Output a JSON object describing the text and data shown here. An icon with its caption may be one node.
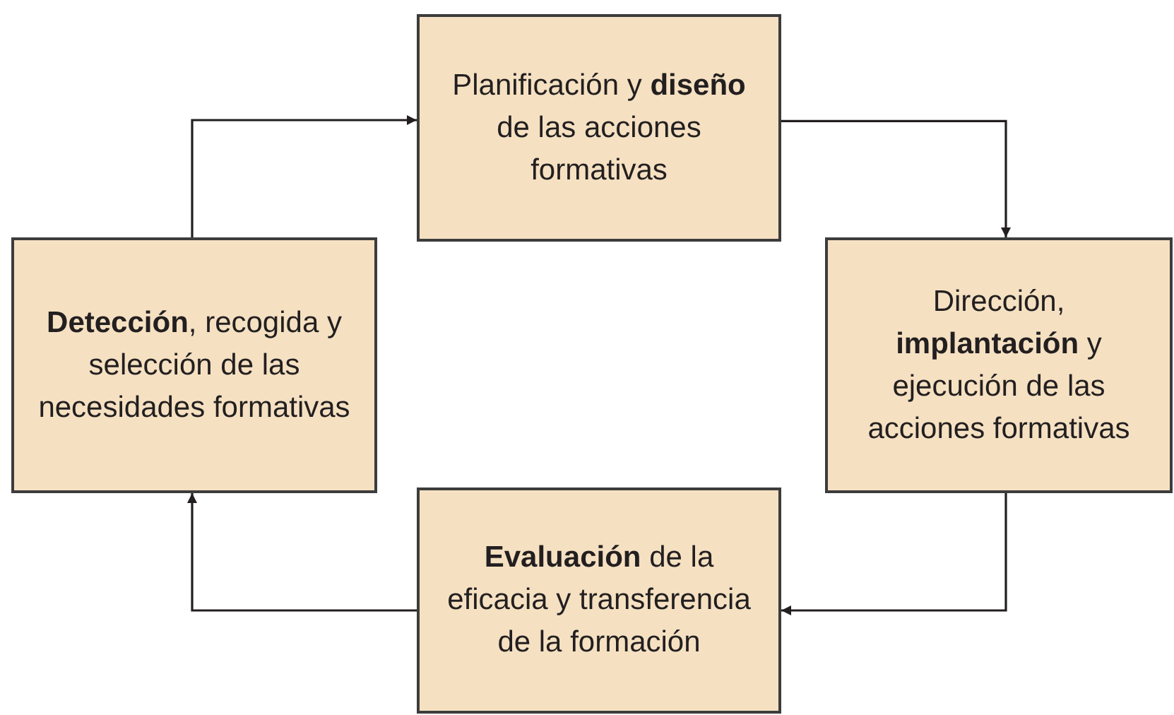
{
  "diagram": {
    "nodes": [
      {
        "text": [
          "Planificación y **diseño** de las acciones formativas"
        ]
      },
      {
        "text": [
          "Dirección, **implantación** y ejecución de las acciones formativas"
        ]
      },
      {
        "text": [
          "**Evaluación** de la eficacia y transferencia de la formación"
        ]
      },
      {
        "text": [
          "**Detección**, recogida y selección de las necesidades formativas"
        ]
      }
    ],
    "edges": [
      {
        "from": 0,
        "to": 1,
        "arrow": "to"
      },
      {
        "from": 1,
        "to": 2,
        "arrow": "to"
      },
      {
        "from": 2,
        "to": 3,
        "arrow": "to"
      },
      {
        "from": 3,
        "to": 0,
        "arrow": "to"
      }
    ]
  }
}
